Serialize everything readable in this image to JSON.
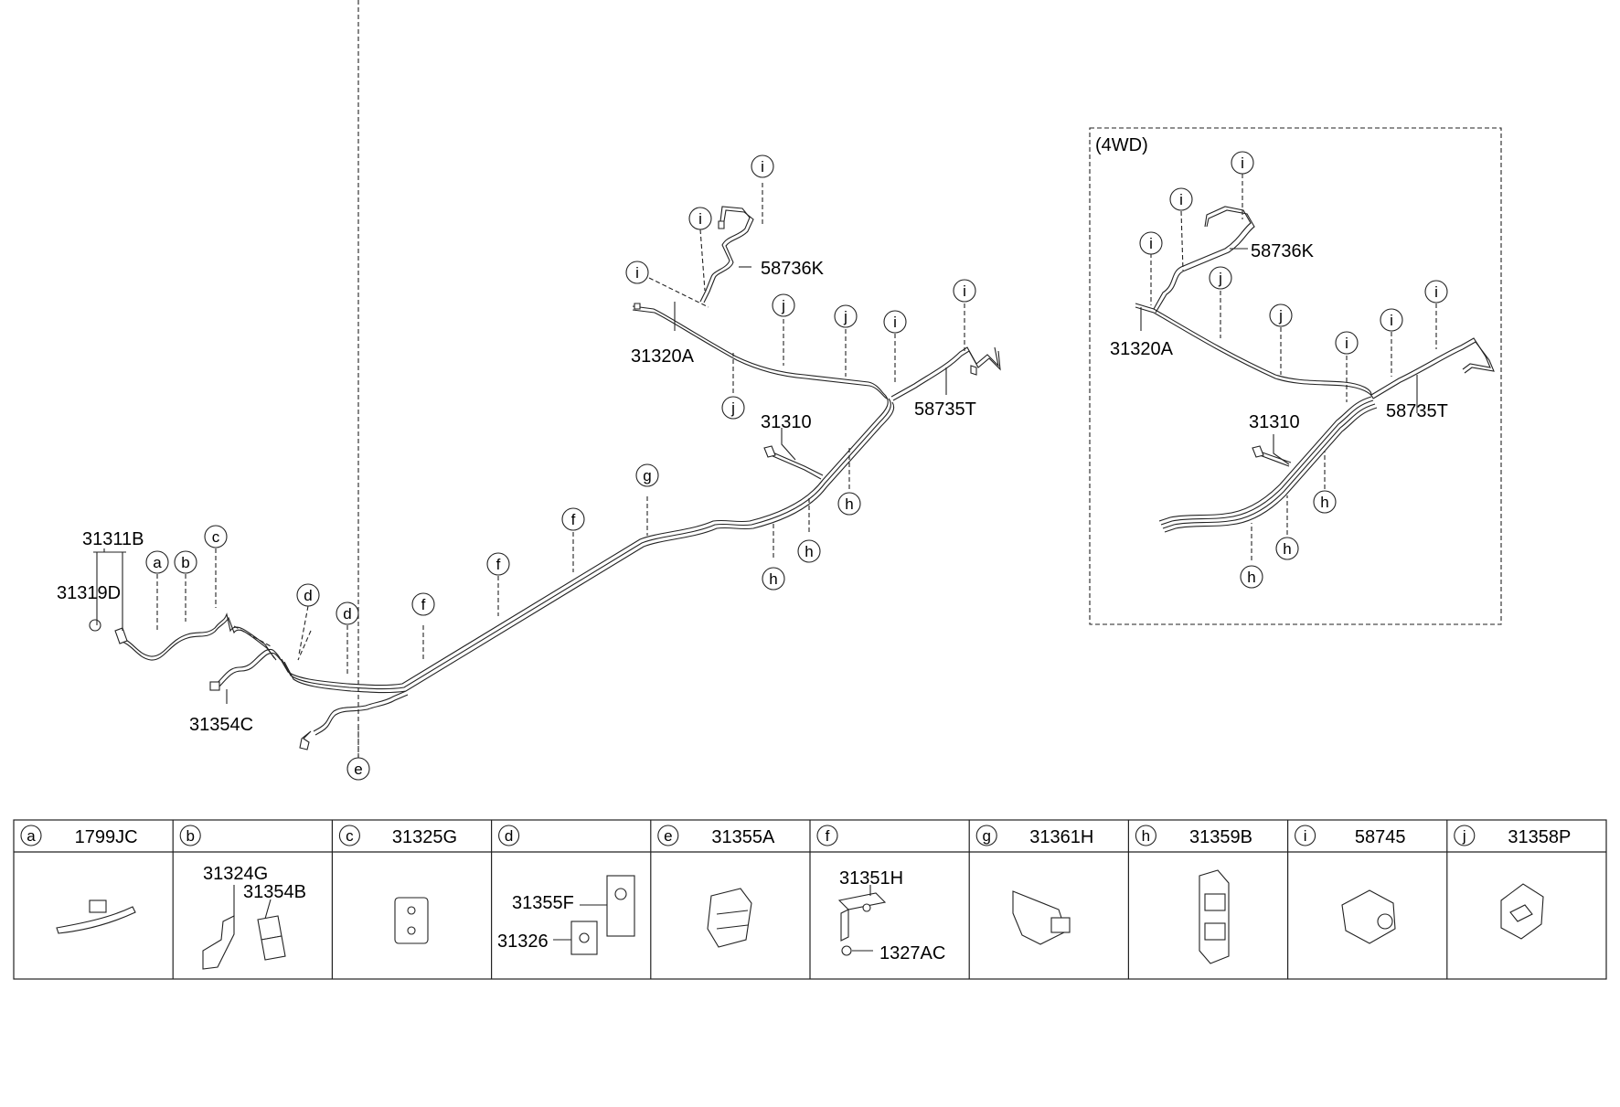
{
  "variant_label": "(4WD)",
  "main_labels": {
    "p31311B": "31311B",
    "p31319D": "31319D",
    "p31354C": "31354C",
    "p31320A": "31320A",
    "p58736K": "58736K",
    "p31310": "31310",
    "p58735T": "58735T"
  },
  "inset_labels": {
    "p58736K": "58736K",
    "p31320A": "31320A",
    "p31310": "31310",
    "p58735T": "58735T"
  },
  "callout_letters": {
    "a": "a",
    "b": "b",
    "c": "c",
    "d": "d",
    "e": "e",
    "f": "f",
    "g": "g",
    "h": "h",
    "i": "i",
    "j": "j"
  },
  "legend": {
    "cells": [
      {
        "letter": "a",
        "code": "1799JC",
        "parts": []
      },
      {
        "letter": "b",
        "code": "",
        "parts": [
          "31324G",
          "31354B"
        ]
      },
      {
        "letter": "c",
        "code": "31325G",
        "parts": []
      },
      {
        "letter": "d",
        "code": "",
        "parts": [
          "31355F",
          "31326"
        ]
      },
      {
        "letter": "e",
        "code": "31355A",
        "parts": []
      },
      {
        "letter": "f",
        "code": "",
        "parts": [
          "31351H",
          "1327AC"
        ]
      },
      {
        "letter": "g",
        "code": "31361H",
        "parts": []
      },
      {
        "letter": "h",
        "code": "31359B",
        "parts": []
      },
      {
        "letter": "i",
        "code": "58745",
        "parts": []
      },
      {
        "letter": "j",
        "code": "31358P",
        "parts": []
      }
    ]
  }
}
